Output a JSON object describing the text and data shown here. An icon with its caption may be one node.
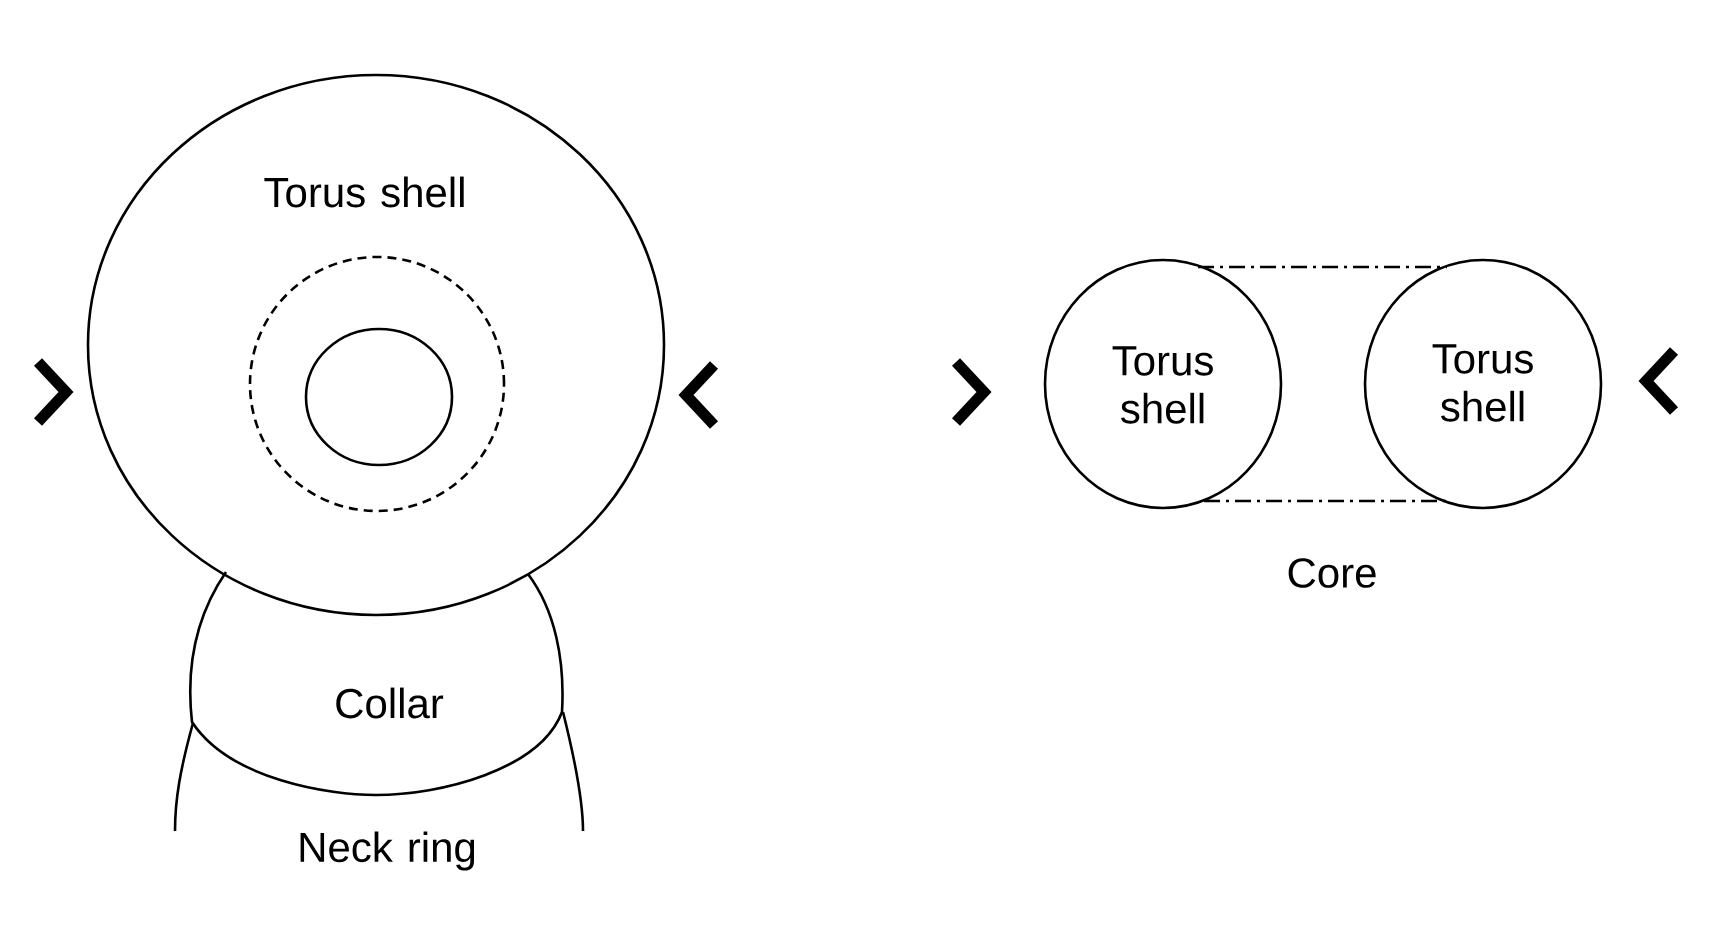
{
  "diagram": {
    "nodes": [
      {
        "text": [
          "Torus shell"
        ]
      },
      {
        "text": [],
        "shape": "circle",
        "in": 0
      },
      {
        "text": [],
        "shape": "circle",
        "in": 1
      },
      {
        "text": [
          "Collar"
        ]
      },
      {
        "text": [
          "Torus shell"
        ]
      },
      {
        "text": [
          "Torus shell"
        ]
      }
    ],
    "labels": [
      "Neck ring",
      "Core"
    ]
  }
}
